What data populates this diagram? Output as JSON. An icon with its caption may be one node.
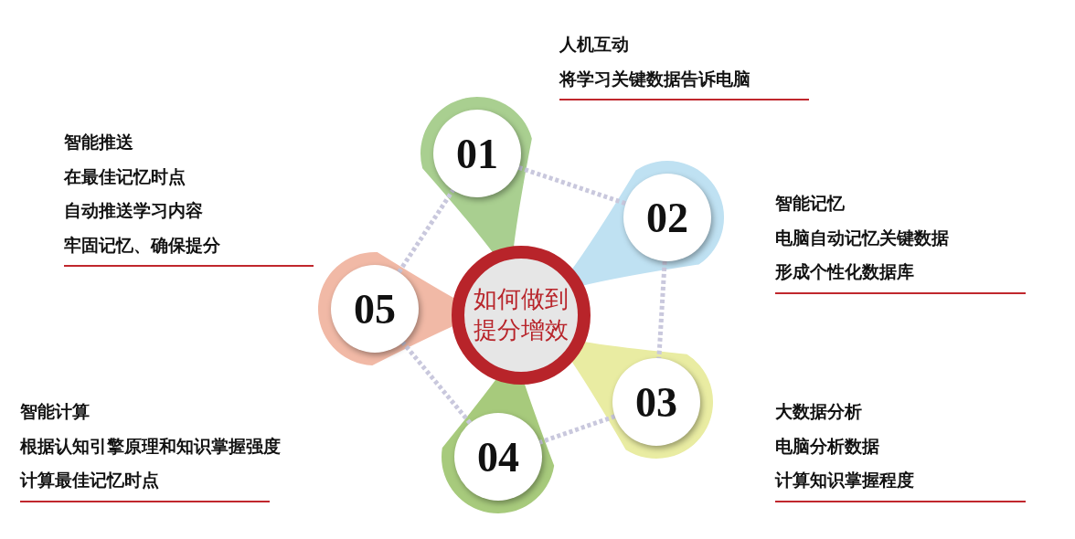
{
  "diagram": {
    "nodes": [
      {
        "text": [
          "如何做到提分增效"
        ]
      },
      {
        "text": [
          "01"
        ],
        "beside": [
          "人机互动",
          "将学习关键数据告诉电脑"
        ]
      },
      {
        "text": [
          "02"
        ],
        "beside": [
          "智能记忆",
          "电脑自动记忆关键数据",
          "形成个性化数据库"
        ]
      },
      {
        "text": [
          "03"
        ],
        "beside": [
          "大数据分析",
          "电脑分析数据",
          "计算知识掌握程度"
        ]
      },
      {
        "text": [
          "04"
        ],
        "beside": [
          "智能计算",
          "根据认知引擎原理和知识掌握强度",
          "计算最佳记忆时点"
        ]
      },
      {
        "text": [
          "05"
        ],
        "beside": [
          "智能推送",
          "在最佳记忆时点",
          "自动推送学习内容",
          "牢固记忆、确保提分"
        ]
      }
    ],
    "edges": [
      {
        "from": 1,
        "to": 2,
        "arrow": "none",
        "style": "dashed"
      },
      {
        "from": 2,
        "to": 3,
        "arrow": "none",
        "style": "dashed"
      },
      {
        "from": 3,
        "to": 4,
        "arrow": "none",
        "style": "dashed"
      },
      {
        "from": 4,
        "to": 5,
        "arrow": "none",
        "style": "dashed"
      },
      {
        "from": 5,
        "to": 1,
        "arrow": "none",
        "style": "dashed"
      }
    ]
  }
}
